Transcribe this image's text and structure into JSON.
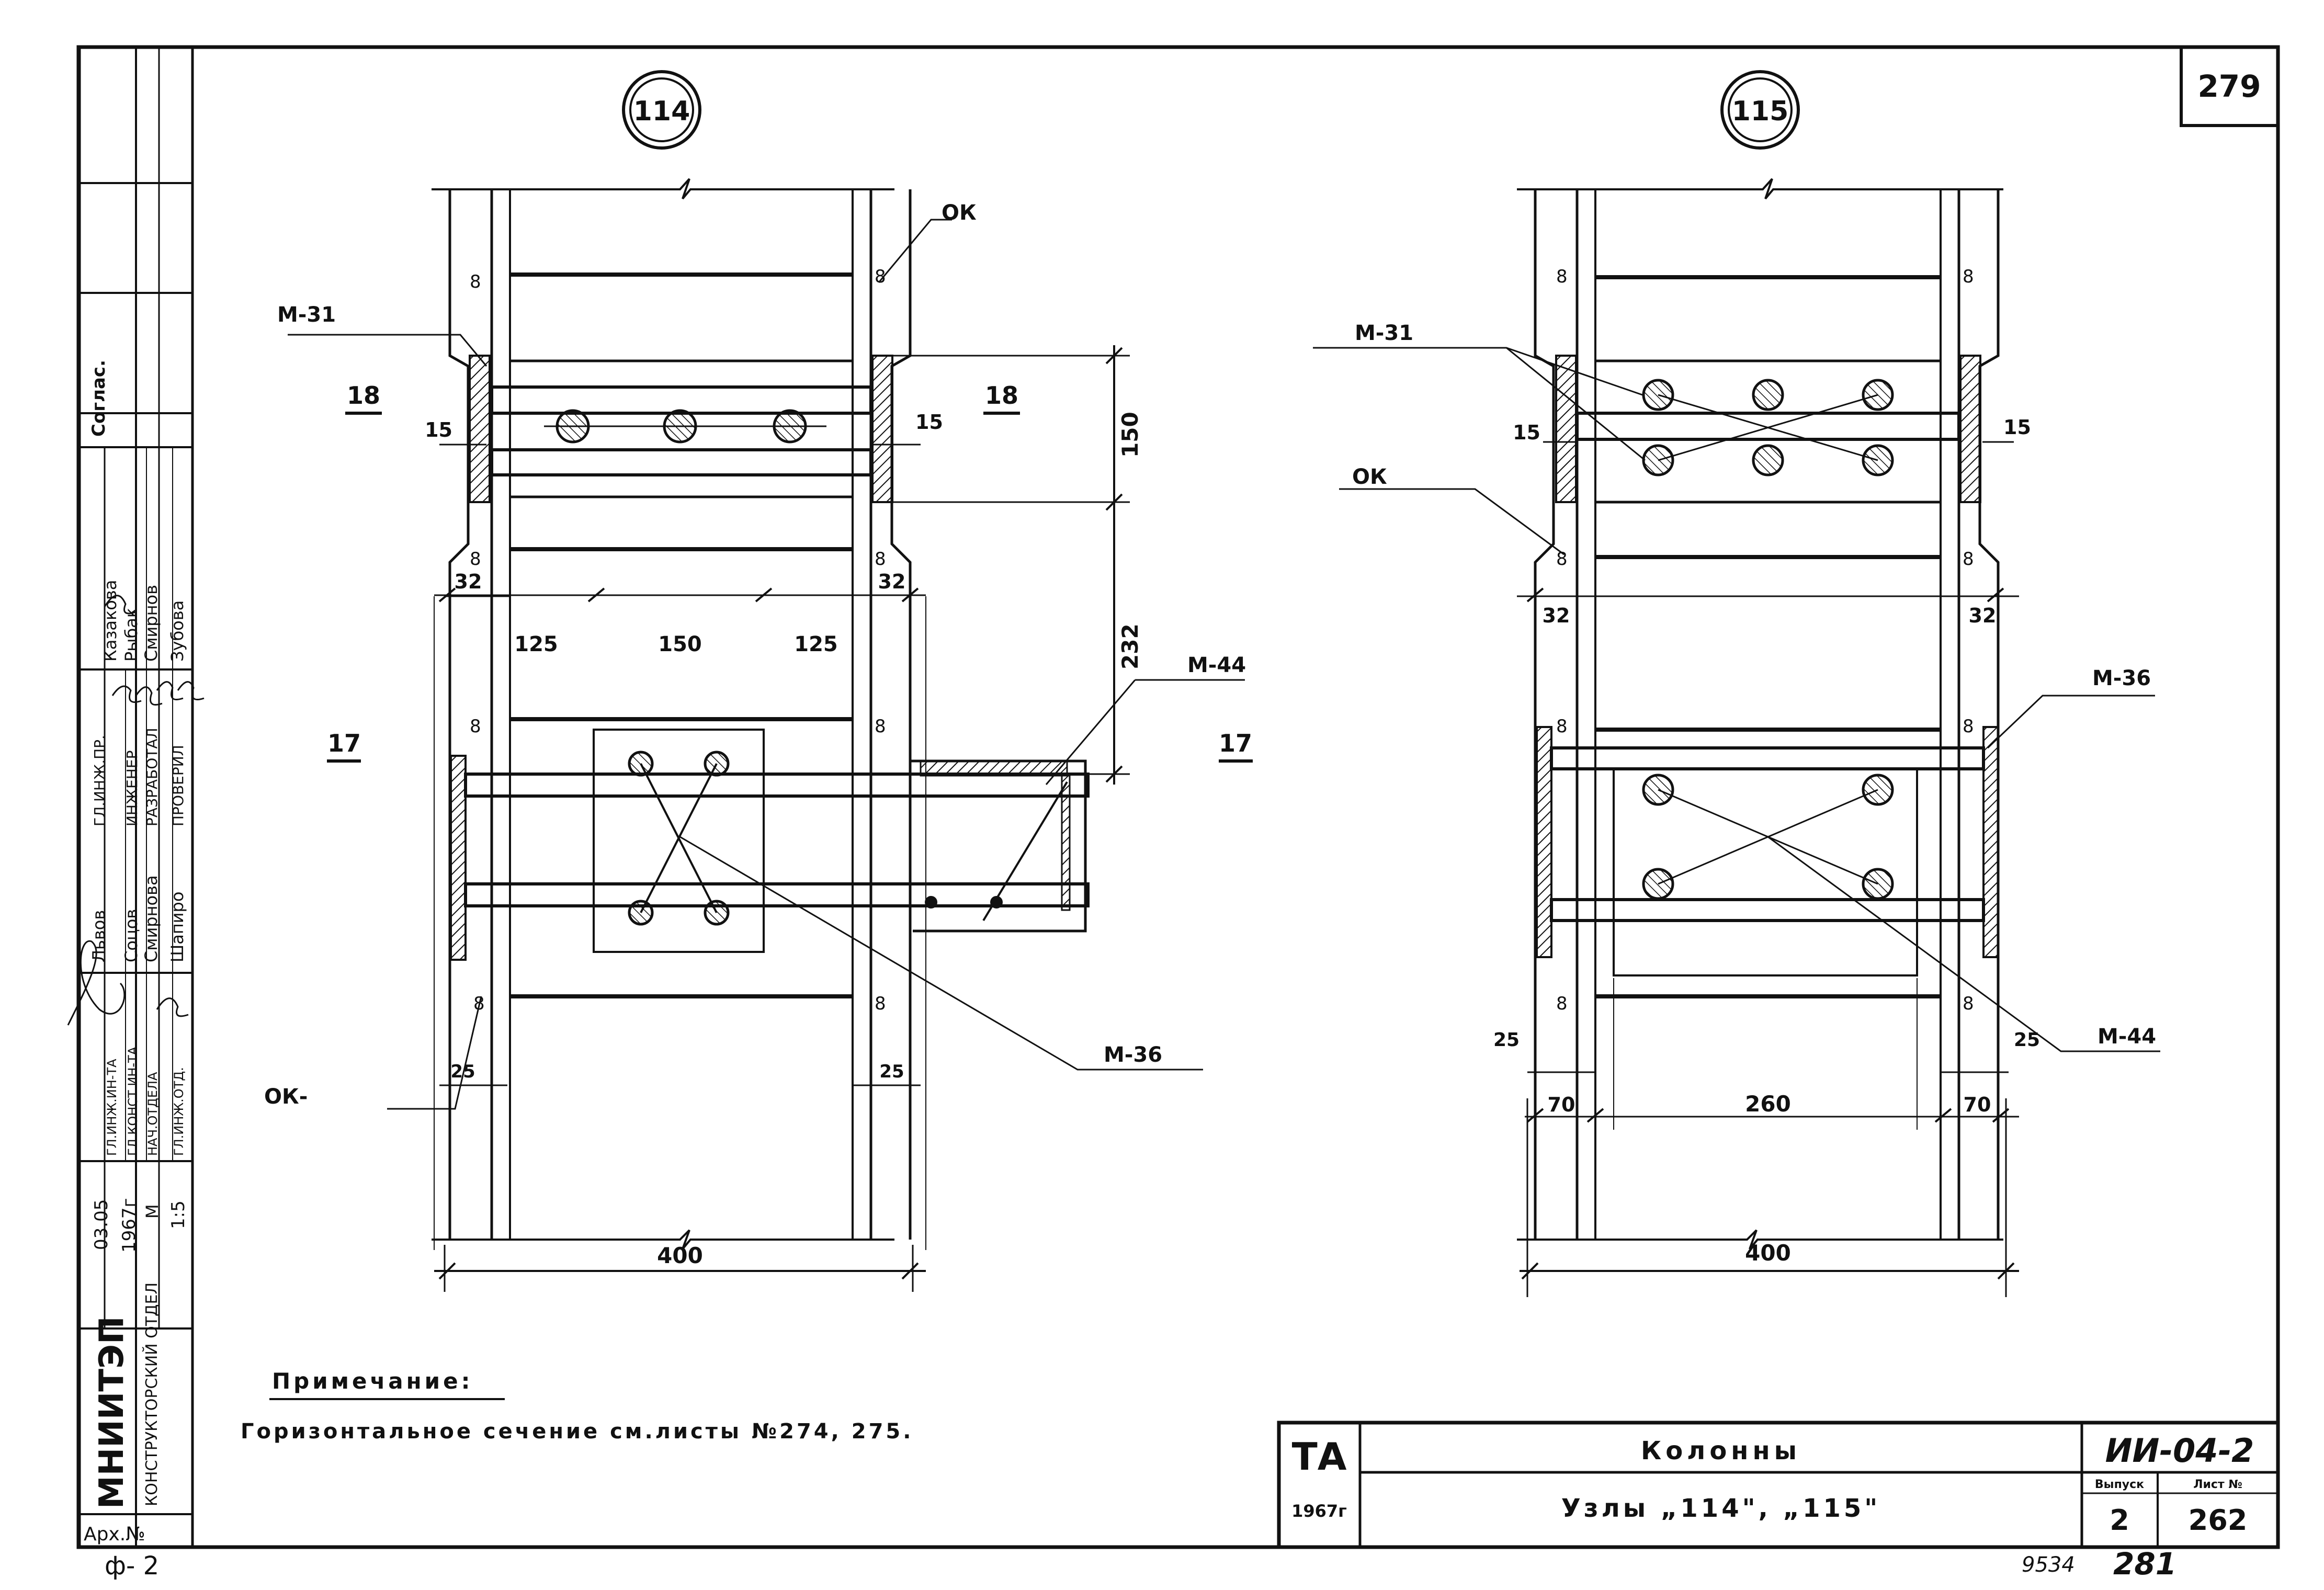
{
  "sheet": {
    "page_number": "279",
    "bottom_left_code": "ф- 2",
    "bottom_right_small": "9534",
    "bottom_right_large": "281"
  },
  "left_strip": {
    "approval_header": "Соглас.",
    "approval_names": [
      "Казакова",
      "Рыбак",
      "Смирнов",
      "Зубова"
    ],
    "signature_roles": [
      "ГЛ.ИНЖ.ПР.",
      "ИНЖЕНЕР",
      "РАЗРАБОТАЛ",
      "ПРОВЕРИЛ"
    ],
    "signature_names": [
      "Львов",
      "Соцов",
      "Смирнова",
      "Шапиро"
    ],
    "staff_roles": [
      "ГЛ.ИНЖ.ИН-ТА",
      "ГЛ.КОНСТ.ИН-ТА",
      "НАЧ.ОТДЕЛА",
      "ГЛ.ИНЖ.ОТД."
    ],
    "date": "03.05",
    "year": "1967г",
    "scale_label": "М",
    "scale": "1:5",
    "institute": "МНИИТЭП",
    "department": "КОНСТРУКТОРСКИЙ ОТДЕЛ",
    "archive_label": "Арх.№"
  },
  "detail_114": {
    "marker": "114",
    "labels": {
      "m31": "М-31",
      "ok_top": "ОК",
      "ok_bottom": "ОК-",
      "m44": "М-44",
      "m36": "М-36",
      "sec18_left": "18",
      "sec18_right": "18",
      "sec17_left": "17",
      "sec17_right": "17"
    },
    "dims": {
      "d15_left": "15",
      "d15_right": "15",
      "d150": "150",
      "d232": "232",
      "d32_left": "32",
      "d32_right": "32",
      "d125_left": "125",
      "d150_mid": "150",
      "d125_right": "125",
      "d25_left": "25",
      "d25_right": "25",
      "d400": "400"
    }
  },
  "detail_115": {
    "marker": "115",
    "labels": {
      "m31": "М-31",
      "ok": "ОК",
      "m36": "М-36",
      "m44": "М-44"
    },
    "dims": {
      "d15_left": "15",
      "d15_right": "15",
      "d32_left": "32",
      "d32_right": "32",
      "d25_left": "25",
      "d25_right": "25",
      "d70_left": "70",
      "d260": "260",
      "d70_right": "70",
      "d400": "400"
    }
  },
  "note": {
    "heading": "Примечание:",
    "text": "Горизонтальное сечение см.листы №274, 275."
  },
  "title_block": {
    "org": "ТА",
    "year": "1967г",
    "title": "Колонны",
    "subtitle": "Узлы „114\", „115\"",
    "series": "ИИ-04-2",
    "issue_label": "Выпуск",
    "issue": "2",
    "sheet_label": "Лист №",
    "sheet": "262"
  },
  "colors": {
    "ink": "#111111",
    "paper": "#ffffff"
  }
}
